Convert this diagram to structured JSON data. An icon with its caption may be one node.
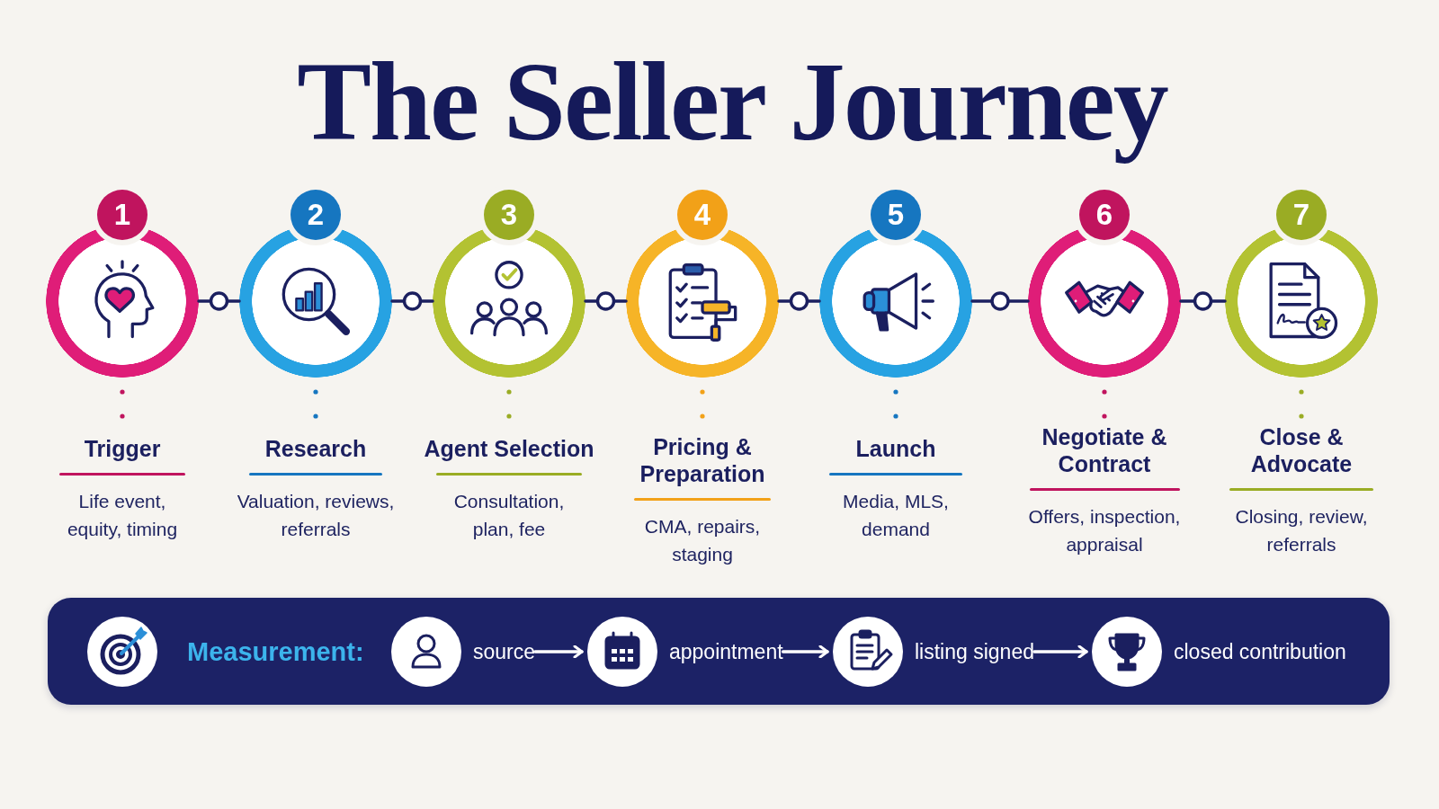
{
  "diagram": {
    "title": "The Seller Journey",
    "nodes": [
      {
        "text": [
          "1"
        ],
        "beside": [
          "Trigger",
          "Life event, equity, timing"
        ]
      },
      {
        "text": [
          "2"
        ],
        "beside": [
          "Research",
          "Valuation, reviews, referrals"
        ]
      },
      {
        "text": [
          "3"
        ],
        "beside": [
          "Agent Selection",
          "Consultation, plan, fee"
        ]
      },
      {
        "text": [
          "4"
        ],
        "beside": [
          "Pricing & Preparation",
          "CMA, repairs, staging"
        ]
      },
      {
        "text": [
          "5"
        ],
        "beside": [
          "Launch",
          "Media, MLS, demand"
        ]
      },
      {
        "text": [
          "6"
        ],
        "beside": [
          "Negotiate & Contract",
          "Offers, inspection, appraisal"
        ]
      },
      {
        "text": [
          "7"
        ],
        "beside": [
          "Close & Advocate",
          "Closing, review, referrals"
        ]
      },
      {
        "text": [
          "Measurement:"
        ]
      },
      {
        "text": [
          "source"
        ],
        "in": 7
      },
      {
        "text": [
          "appointment"
        ],
        "in": 7
      },
      {
        "text": [
          "listing signed"
        ],
        "in": 7
      },
      {
        "text": [
          "closed contribution"
        ],
        "in": 7
      }
    ],
    "edges": [
      {
        "from": 0,
        "to": 1,
        "arrow": "none"
      },
      {
        "from": 1,
        "to": 2,
        "arrow": "none"
      },
      {
        "from": 2,
        "to": 3,
        "arrow": "none"
      },
      {
        "from": 3,
        "to": 4,
        "arrow": "none"
      },
      {
        "from": 4,
        "to": 5,
        "arrow": "none"
      },
      {
        "from": 5,
        "to": 6,
        "arrow": "none"
      },
      {
        "from": 8,
        "to": 9,
        "arrow": "to",
        "color": "#ffffff"
      },
      {
        "from": 9,
        "to": 10,
        "arrow": "to",
        "color": "#ffffff"
      },
      {
        "from": 10,
        "to": 11,
        "arrow": "to",
        "color": "#ffffff"
      }
    ]
  }
}
